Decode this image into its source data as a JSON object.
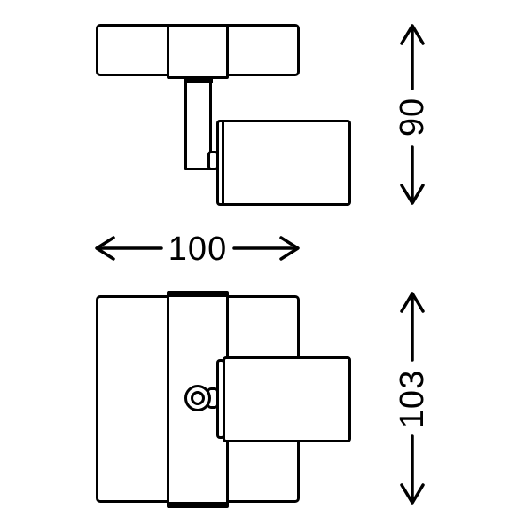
{
  "drawing": {
    "type": "technical-dimension-drawing",
    "subject": "ceiling-spotlight-two-views",
    "views": {
      "top": "side view of spotlight with mounting plate, stem and lamp head",
      "bottom": "front view of spotlight with body, center band, pivot knob and lamp head"
    }
  },
  "dimensions": {
    "width": {
      "value": "100",
      "orientation": "horizontal"
    },
    "height_side": {
      "value": "90",
      "orientation": "vertical"
    },
    "height_front": {
      "value": "103",
      "orientation": "vertical"
    }
  },
  "colors": {
    "line": "#000000",
    "background": "#ffffff"
  }
}
